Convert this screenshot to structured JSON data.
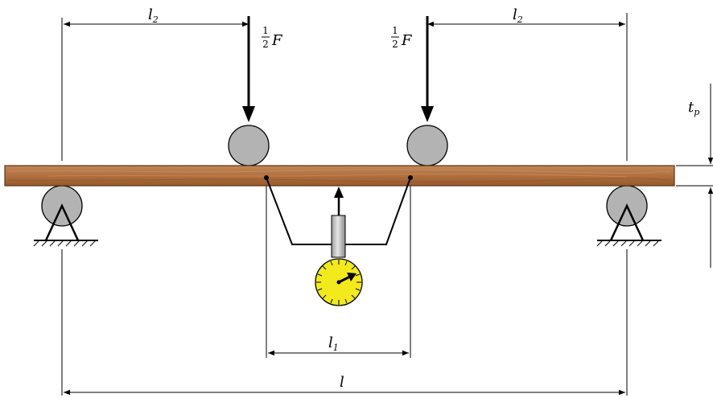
{
  "labels": {
    "span_outer_left": {
      "base": "l",
      "sub": "2"
    },
    "span_outer_right": {
      "base": "l",
      "sub": "2"
    },
    "span_inner": {
      "base": "l",
      "sub": "1"
    },
    "span_total": {
      "base": "l"
    },
    "load_left": {
      "num": "1",
      "den": "2",
      "var": "F"
    },
    "load_right": {
      "num": "1",
      "den": "2",
      "var": "F"
    },
    "thickness": {
      "base": "t",
      "sub": "p"
    }
  },
  "colors": {
    "beam": "#b0703f",
    "beam_edge": "#5a3418",
    "roller": "#b3b3b3",
    "gauge_face": "#f2ea1c",
    "plunger": "#c8c8c8"
  }
}
